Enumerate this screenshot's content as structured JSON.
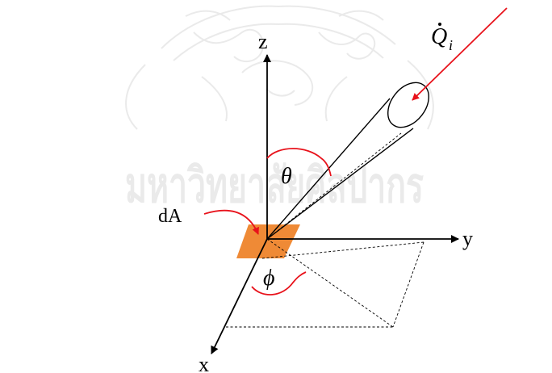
{
  "labels": {
    "z_axis": "z",
    "y_axis": "y",
    "x_axis": "x",
    "area_element": "dA",
    "polar_angle": "θ",
    "azimuth_angle": "ϕ",
    "heat_symbol": "Q",
    "heat_subscript": "i"
  },
  "watermark": {
    "text": "มหาวิทยาลัยศิลปากร"
  },
  "colors": {
    "axis": "#000000",
    "annotation_arrow": "#e8121b",
    "surface_patch": "#ef8a36",
    "watermark": "#d9d9d9"
  }
}
